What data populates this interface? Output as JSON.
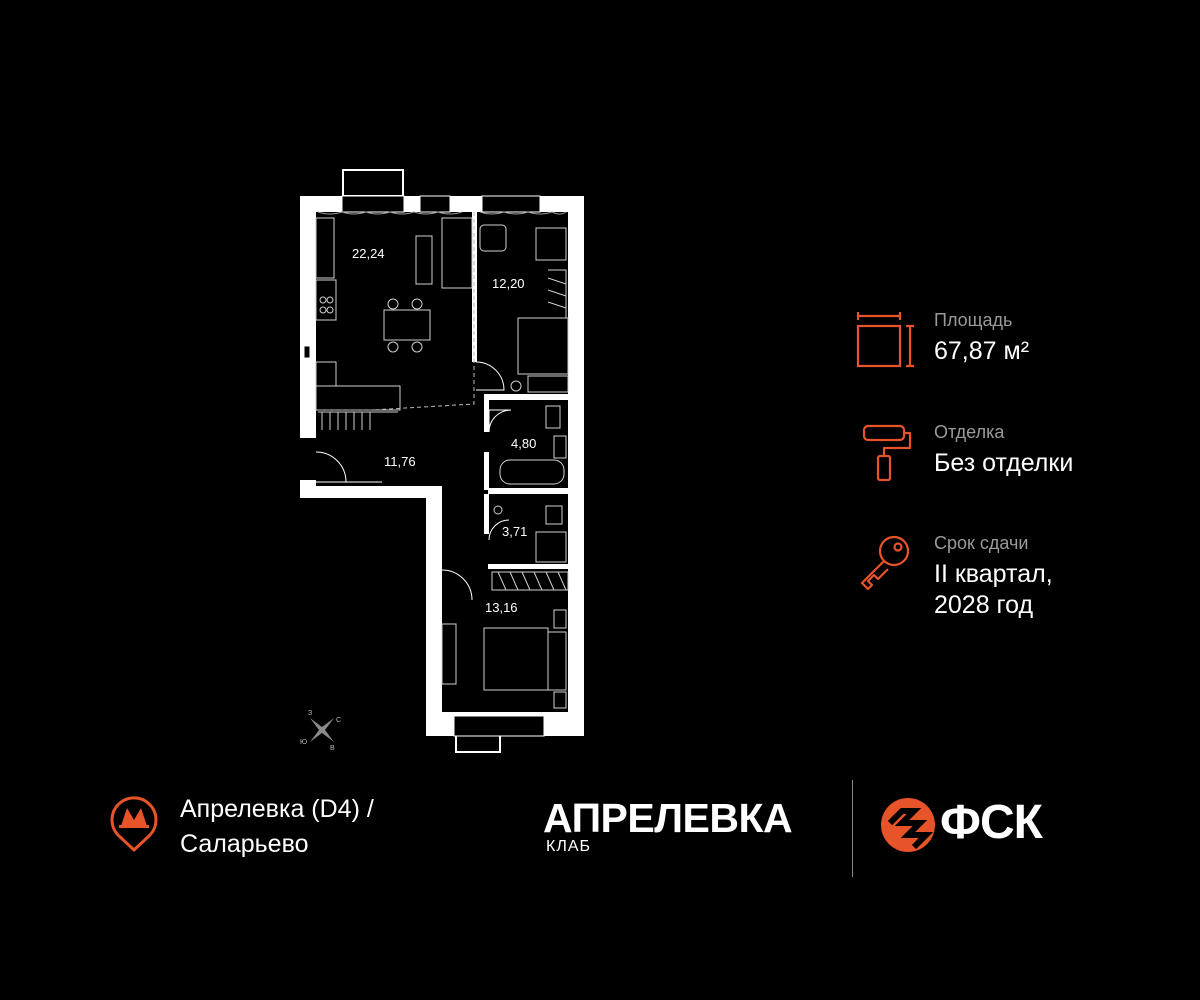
{
  "plan": {
    "rooms": [
      {
        "id": "kitchen-living",
        "area": "22,24"
      },
      {
        "id": "bedroom-1",
        "area": "12,20"
      },
      {
        "id": "bathroom",
        "area": "4,80"
      },
      {
        "id": "hallway",
        "area": "11,76"
      },
      {
        "id": "wc",
        "area": "3,71"
      },
      {
        "id": "bedroom-2",
        "area": "13,16"
      }
    ],
    "compass": {
      "n": "С",
      "s": "Ю",
      "w": "З",
      "e": "В"
    }
  },
  "info": {
    "area": {
      "label": "Площадь",
      "value": "67,87 м²"
    },
    "finish": {
      "label": "Отделка",
      "value": "Без отделки"
    },
    "date": {
      "label": "Срок сдачи",
      "line1": "II квартал,",
      "line2": "2028 год"
    }
  },
  "metro": {
    "line1": "Апрелевка (D4)  /",
    "line2": "Саларьево",
    "icon": "metro-pin-icon"
  },
  "brand": {
    "name": "АПРЕЛЕВКА",
    "sub": "КЛАБ"
  },
  "developer": {
    "name": "ФСК",
    "icon": "fsk-logo-icon"
  },
  "colors": {
    "accent": "#e8542a",
    "background": "#000000",
    "wall": "#ffffff",
    "muted": "#9a9a9a"
  }
}
